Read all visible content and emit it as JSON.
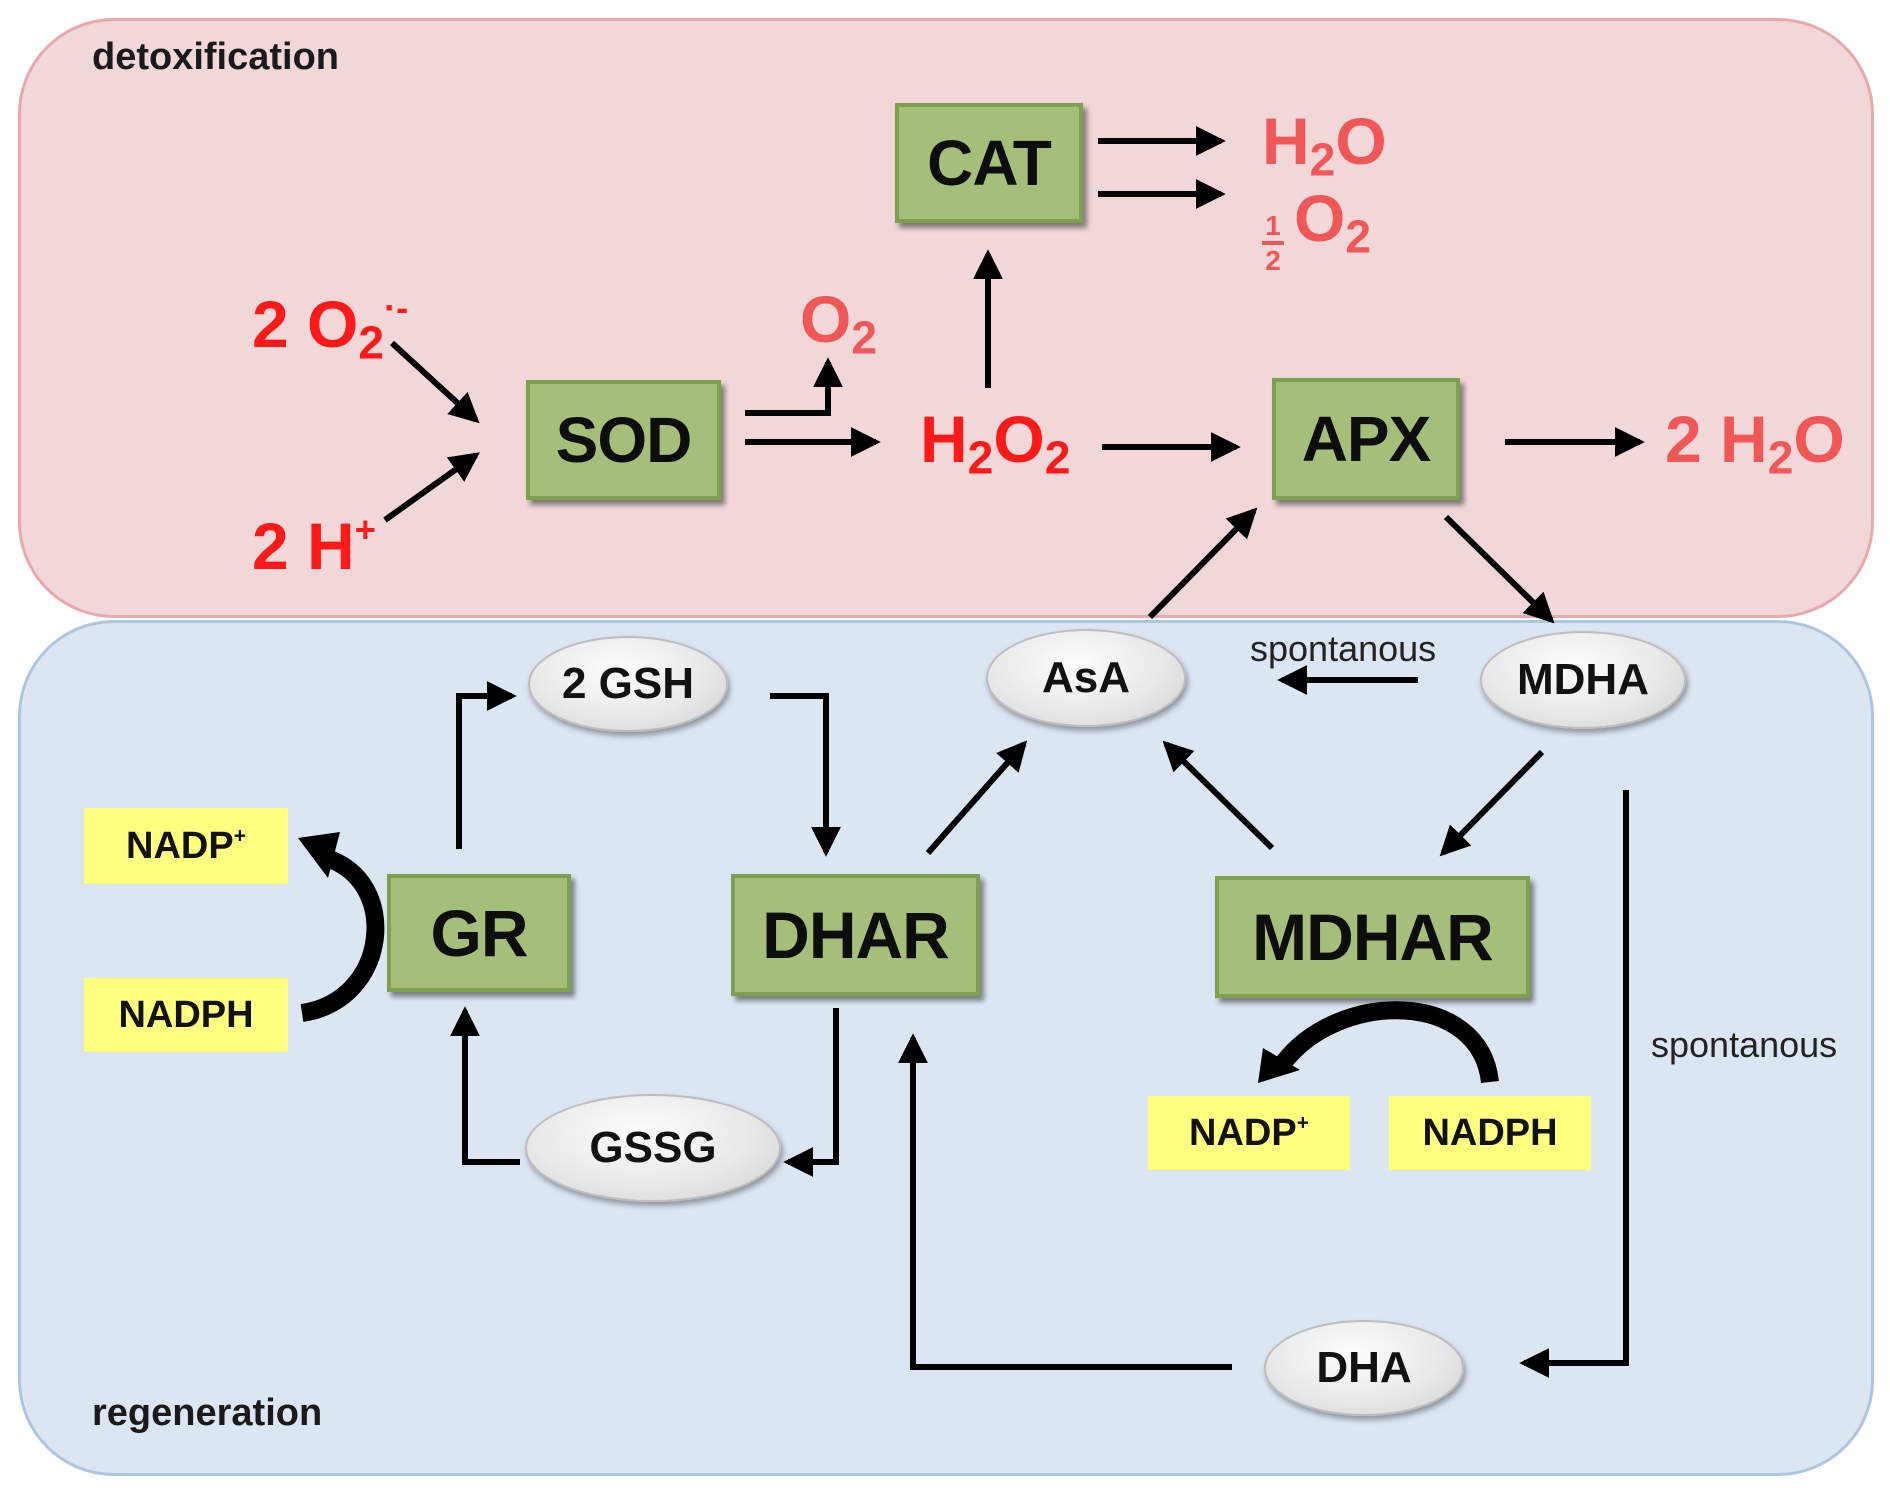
{
  "panels": {
    "detox_label": "detoxification",
    "regen_label": "regeneration"
  },
  "enzymes": {
    "cat": "CAT",
    "sod": "SOD",
    "apx": "APX",
    "gr": "GR",
    "dhar": "DHAR",
    "mdhar": "MDHAR"
  },
  "metabolites": {
    "gsh": "2 GSH",
    "asa": "AsA",
    "mdha": "MDHA",
    "gssg": "GSSG",
    "dha": "DHA"
  },
  "cofactors": {
    "gr_nadp": "NADP",
    "gr_nadph": "NADPH",
    "mdhar_nadp": "NADP",
    "mdhar_nadph": "NADPH"
  },
  "species": {
    "superoxide_coef": "2 O",
    "superoxide_sub": "2",
    "superoxide_sup": "·-",
    "proton": "2 H",
    "proton_sup": "+",
    "o2": "O",
    "o2_sub": "2",
    "h2o2_h": "H",
    "h2o2_sub1": "2",
    "h2o2_o": "O",
    "h2o2_sub2": "2",
    "cat_h2o_h": "H",
    "cat_h2o_sub": "2",
    "cat_h2o_o": "O",
    "half_num": "1",
    "half_den": "2",
    "half_o2": "O",
    "half_o2_sub": "2",
    "apx_h2o_coef": "2 H",
    "apx_h2o_sub": "2",
    "apx_h2o_o": "O",
    "nadp_sup": "+"
  },
  "notes": {
    "spont_top": "spontanous",
    "spont_right": "spontanous"
  },
  "colors": {
    "detox_fill": "#f2d7d9",
    "detox_border": "#e8a9ad",
    "regen_fill": "#dce6f2",
    "regen_border": "#aec5e0",
    "enzyme_fill": "#a5bf7a",
    "cofactor_fill": "#ffff80",
    "species_red": "#ff1a1a",
    "product_pink": "#f25757"
  },
  "icons": {
    "arrow": "arrow-head",
    "curved_arrow": "curved-cofactor-arrow"
  }
}
